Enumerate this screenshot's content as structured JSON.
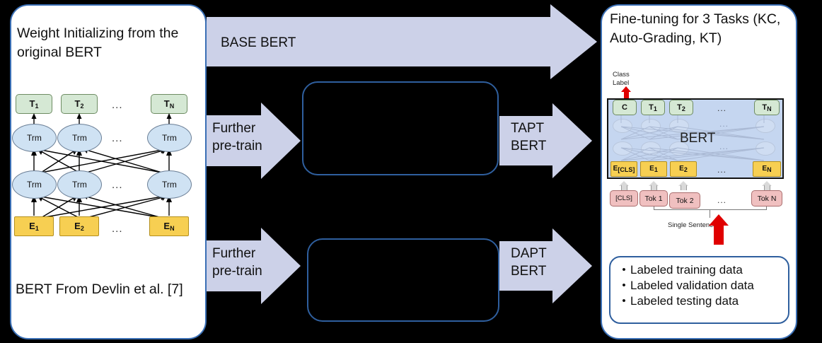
{
  "left_panel": {
    "title": "Weight Initializing from the original BERT",
    "footer": "BERT From Devlin et al. [7]",
    "bert_diagram": {
      "output_tokens": [
        "T₁",
        "T₂",
        "Tₙ"
      ],
      "output_labels_plain": [
        "T1",
        "T2",
        "TN"
      ],
      "transformer_label": "Trm",
      "embedding_tokens": [
        "E₁",
        "E₂",
        "Eₙ"
      ],
      "embedding_labels_plain": [
        "E1",
        "E2",
        "EN"
      ],
      "ellipsis": "...",
      "layers": 2,
      "columns": 3
    }
  },
  "arrows": {
    "base_bert": "BASE BERT",
    "further_pretrain_top": "Further\npre-train",
    "further_pretrain_bottom": "Further\npre-train",
    "tapt_bert": "TAPT\nBERT",
    "dapt_bert": "DAPT\nBERT"
  },
  "middle_boxes": {
    "top": "",
    "bottom": ""
  },
  "right_panel": {
    "title": "Fine-tuning for 3 Tasks (KC, Auto-Grading, KT)",
    "class_label": "Class\nLabel",
    "bert_label": "BERT",
    "output_row": [
      "C",
      "T₁",
      "T₂",
      "Tₙ"
    ],
    "output_row_plain": [
      "C",
      "T1",
      "T2",
      "TN"
    ],
    "embedding_row": [
      "E[CLS]",
      "E₁",
      "E₂",
      "Eₙ"
    ],
    "embedding_row_plain": [
      "E[CLS]",
      "E1",
      "E2",
      "EN"
    ],
    "token_row": [
      "[CLS]",
      "Tok 1",
      "Tok 2",
      "Tok N"
    ],
    "single_sentence": "Single Sentence",
    "ellipsis": "...",
    "bullets": [
      "Labeled training data",
      "Labeled validation data",
      "Labeled testing data"
    ]
  },
  "colors": {
    "background": "#000000",
    "panel_border": "#3a6fb5",
    "panel_fill": "#ffffff",
    "arrow_fill": "#ccd1e8",
    "output_box": "#d5e8d4",
    "embedding_box": "#f7cf52",
    "transformer_ellipse": "#cfe2f3",
    "bert_frame": "#c5d6f0",
    "token_box": "#f0c0c0",
    "red_arrow": "#e00000",
    "blackbox_border": "#2f5f9e"
  }
}
